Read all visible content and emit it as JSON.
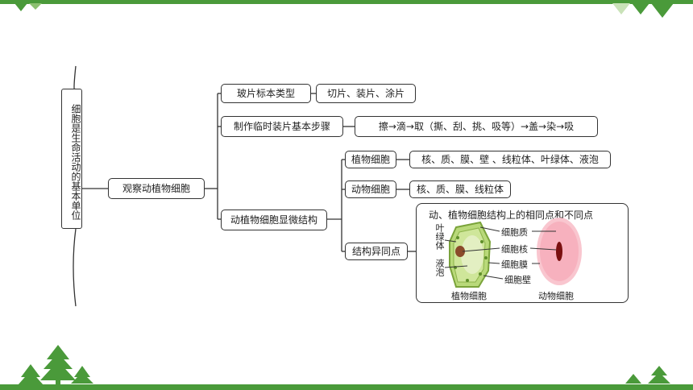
{
  "root": "细胞是生命活动的基本单位",
  "level1": "观察动植物细胞",
  "level2": {
    "slide_types": "玻片标本类型",
    "temp_mount_steps": "制作临时装片基本步骤",
    "microstructure": "动植物细胞显微结构"
  },
  "level3": {
    "slide_types_detail": "切片、装片、涂片",
    "steps_detail": "擦→滴→取（撕、刮、挑、吸等）→盖→染→吸",
    "plant_cell": "植物细胞",
    "animal_cell": "动物细胞",
    "similarities": "结构异同点"
  },
  "level4": {
    "plant_parts": "核、质、膜、壁 、线粒体、叶绿体、液泡",
    "animal_parts": "核、质、膜、线粒体"
  },
  "panel": {
    "title": "动、植物细胞结构上的相同点和不同点",
    "label_chloroplast": "叶绿体",
    "label_vacuole": "液泡",
    "label_cytoplasm": "细胞质",
    "label_nucleus": "细胞核",
    "label_membrane": "细胞膜",
    "label_wall": "细胞壁",
    "caption_plant": "植物细胞",
    "caption_animal": "动物细胞"
  },
  "colors": {
    "theme_green": "#4a9a3a",
    "plant_cell_green": "#9bc35a",
    "animal_cell_pink": "#f39aa8",
    "nucleus_red": "#8b1a1a"
  }
}
